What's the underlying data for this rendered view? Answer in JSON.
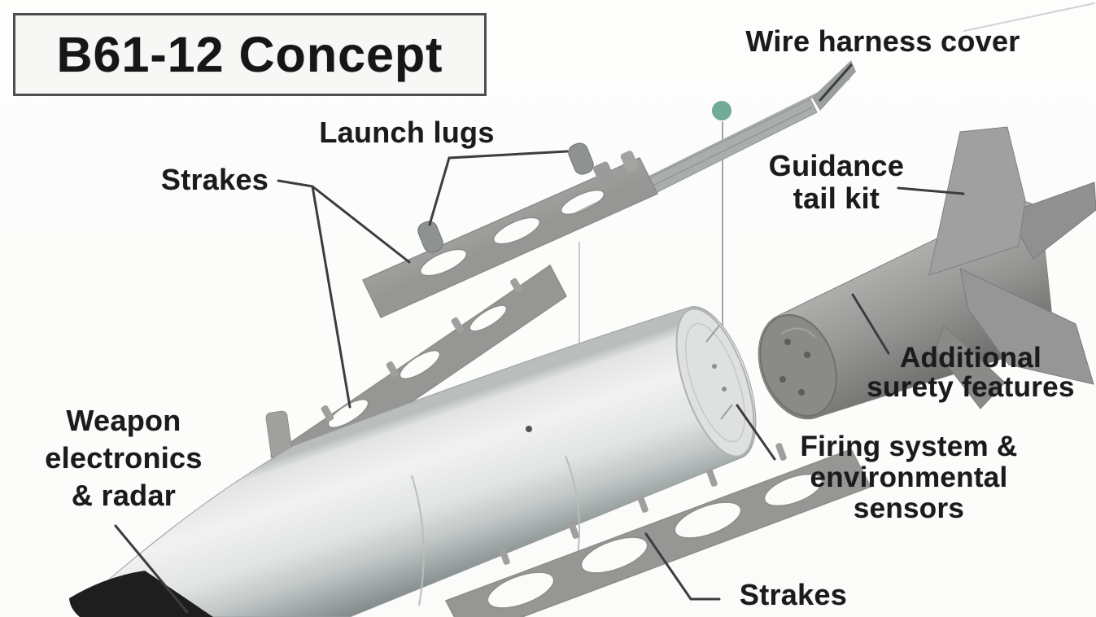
{
  "title": "B61-12 Concept",
  "labels": {
    "wire_harness_cover": "Wire harness cover",
    "launch_lugs": "Launch lugs",
    "strakes_upper": "Strakes",
    "guidance_tail_kit": {
      "line1": "Guidance",
      "line2": "tail kit"
    },
    "additional_surety": {
      "line1": "Additional",
      "line2": "surety features"
    },
    "weapon_electronics": {
      "line1": "Weapon",
      "line2": "electronics",
      "line3": "& radar"
    },
    "firing_system": {
      "line1": "Firing system &",
      "line2": "environmental",
      "line3": "sensors"
    },
    "strakes_lower": "Strakes"
  },
  "colors": {
    "background": "#fcfcfb",
    "label_text": "#1b1b1b",
    "title_border": "#4e4e4e",
    "body_metal_light": "#f0f1f0",
    "body_metal_dark": "#687072",
    "hardware_gray": "#a6a6a6",
    "tail_gray": "#8f8f8f",
    "nose_tip_black": "#1e1e1e",
    "fastener_teal": "#5fa28b",
    "leader_line": "#3d3d3d"
  }
}
